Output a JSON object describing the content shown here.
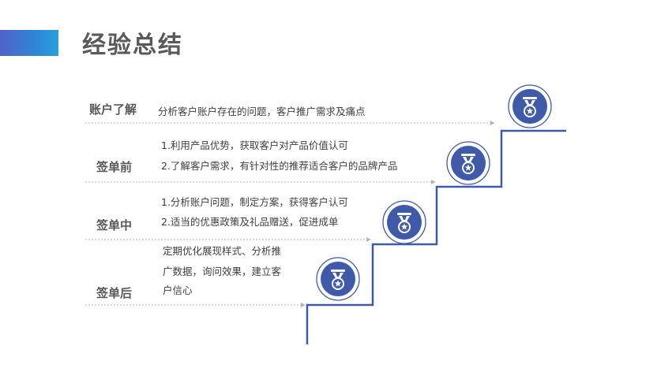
{
  "title": "经验总结",
  "rows": [
    {
      "label": "账户了解",
      "lines": [
        "分析客户账户存在的问题，客户推广需求及痛点"
      ]
    },
    {
      "label": "签单前",
      "lines": [
        "1.利用产品优势，获取客户对产品价值认可",
        "2.了解客户需求，有针对性的推荐适合客户的品牌产品"
      ]
    },
    {
      "label": "签单中",
      "lines": [
        "1.分析账户问题，制定方案，获得客户认可",
        "2.适当的优惠政策及礼品赠送，促进成单"
      ]
    },
    {
      "label": "签单后",
      "lines": [
        "定期优化展现样式、分析推",
        "广数据，询问效果，建立客",
        "户信心"
      ]
    }
  ],
  "colors": {
    "accent": "#3f5aa8",
    "dash": "#b5b5b5",
    "text": "#595959"
  },
  "icons": [
    "medal-icon",
    "medal-icon",
    "medal-icon",
    "medal-icon"
  ]
}
